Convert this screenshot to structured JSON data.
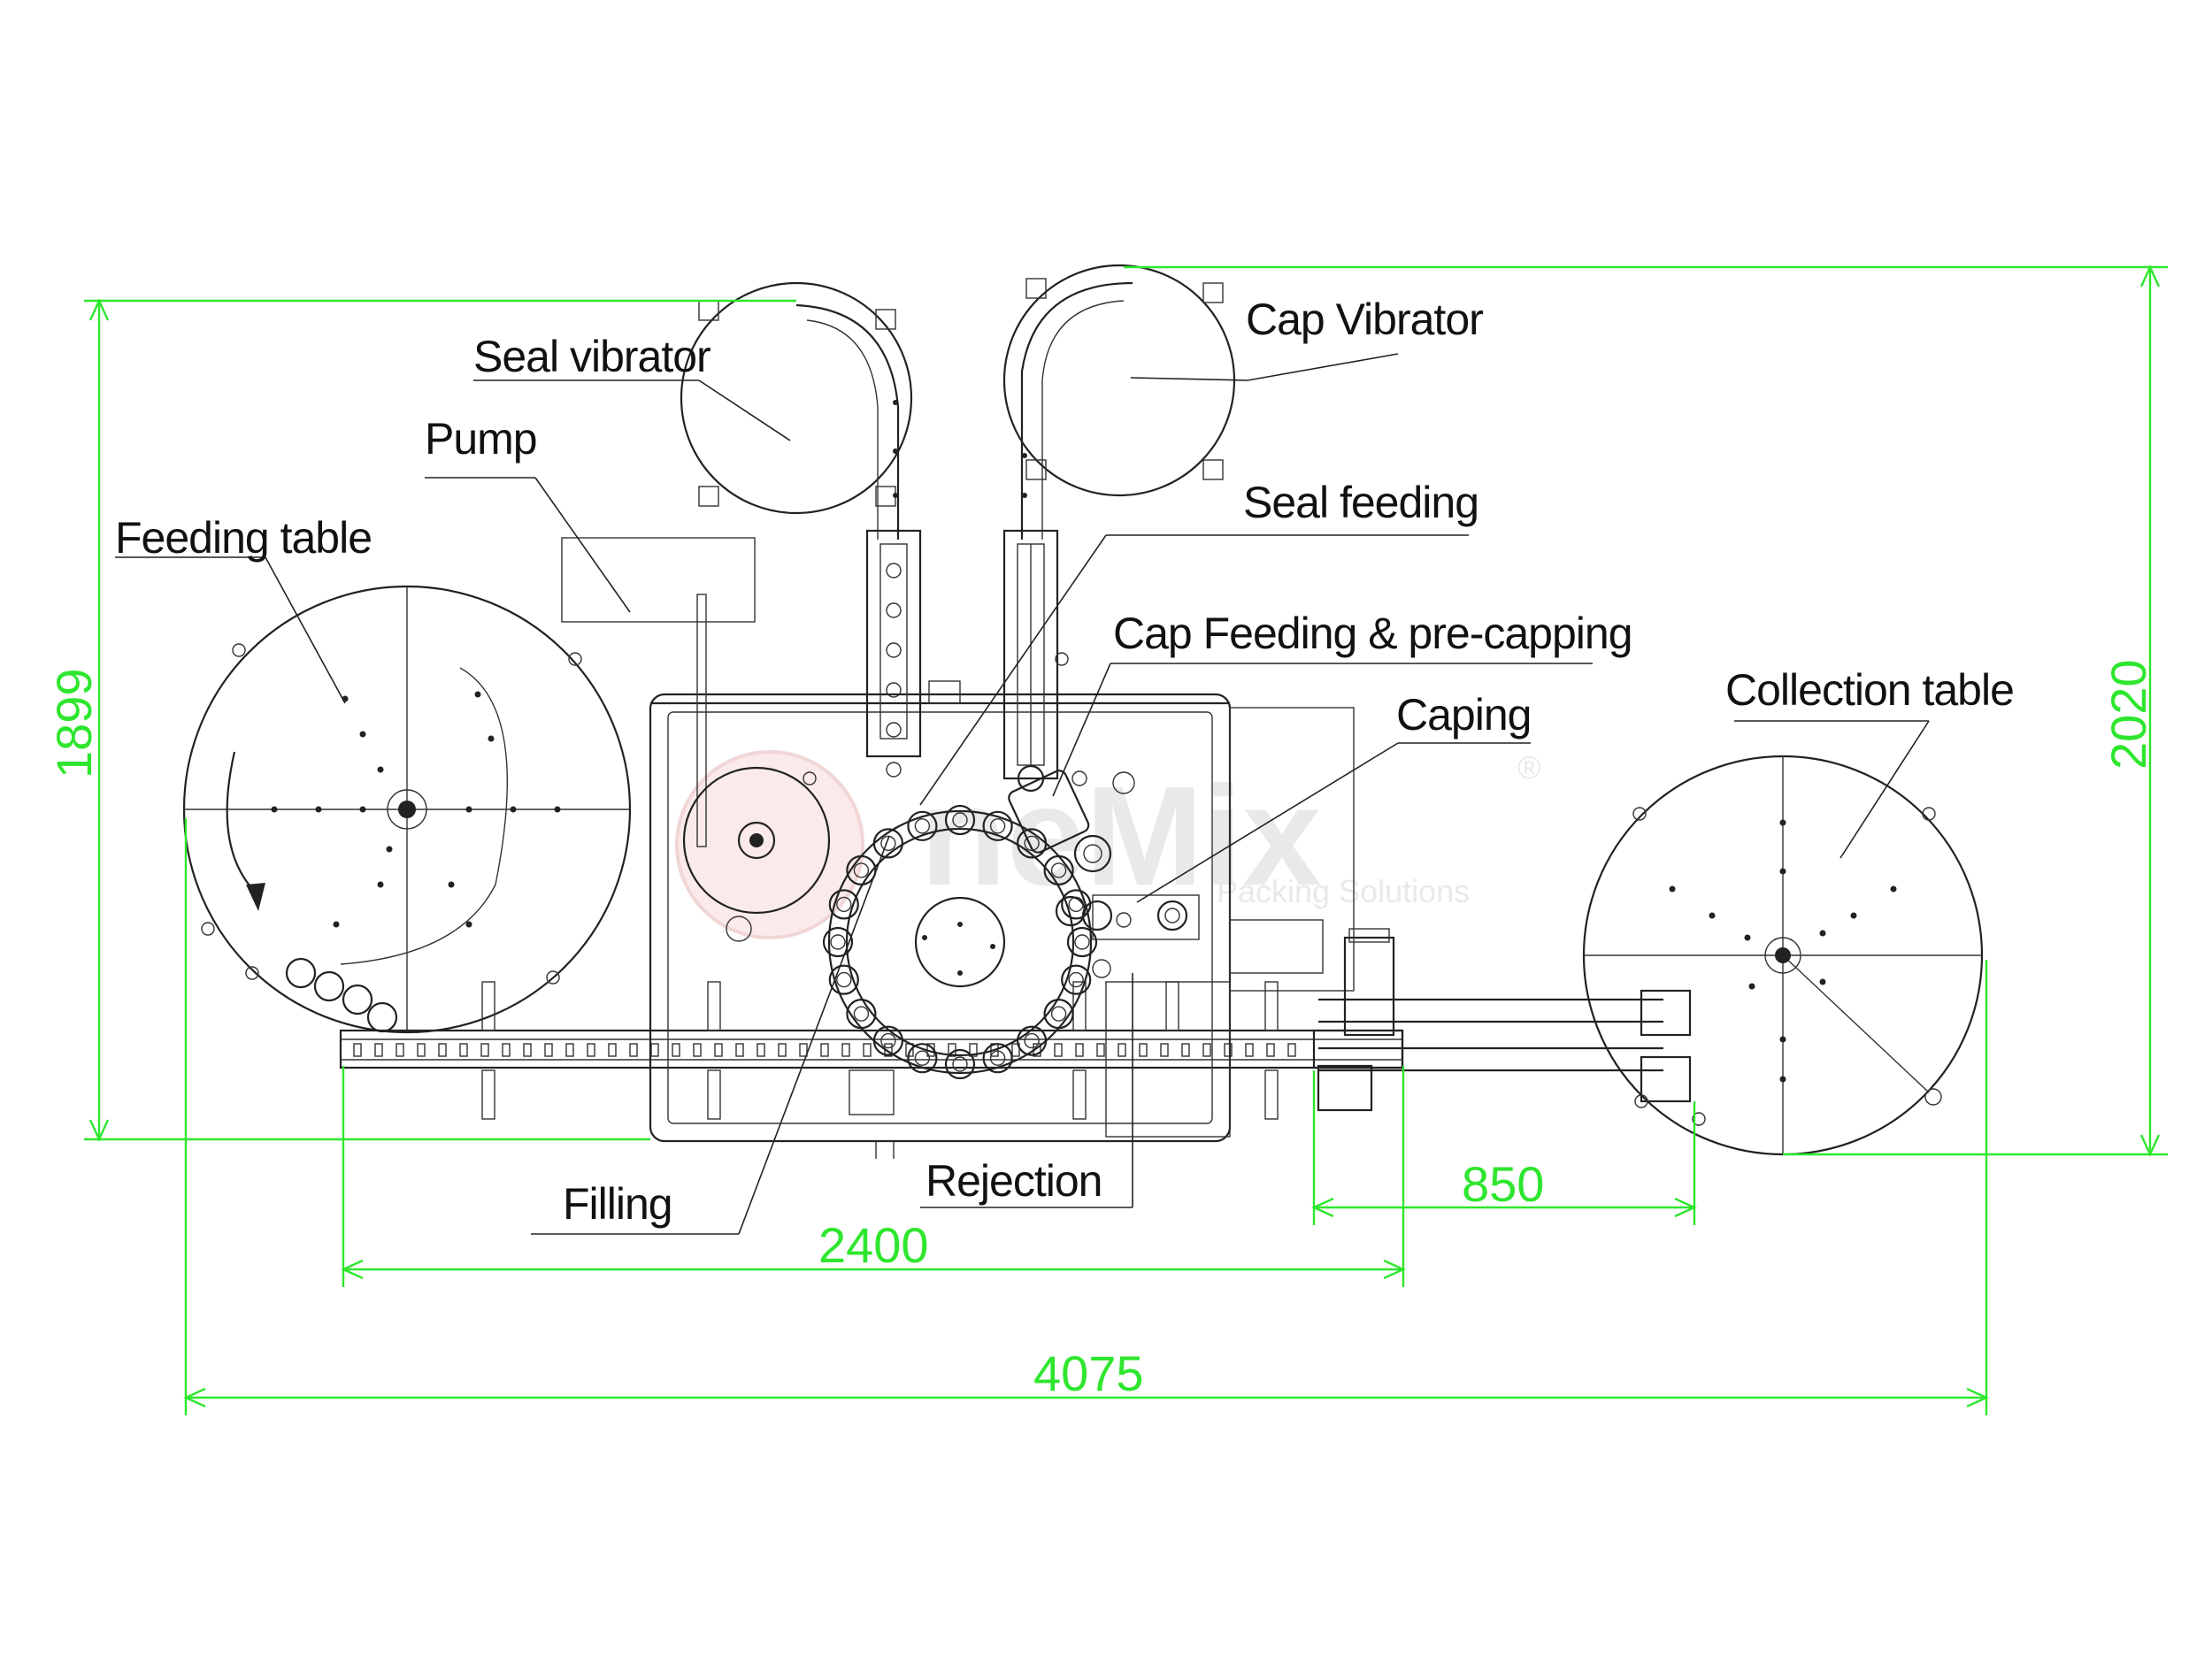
{
  "colors": {
    "dimension": "#2ee62e",
    "ink": "#222222",
    "watermark": "#e6e6e6"
  },
  "watermark": {
    "brand": "neMix",
    "tagline": "Packing Solutions",
    "mark": "®"
  },
  "labels": {
    "seal_vibrator": "Seal vibrator",
    "cap_vibrator": "Cap Vibrator",
    "pump": "Pump",
    "seal_feeding": "Seal feeding",
    "feeding_table": "Feeding table",
    "cap_feeding_precapping": "Cap Feeding & pre-capping",
    "caping": "Caping",
    "collection_table": "Collection table",
    "filling": "Filling",
    "rejection": "Rejection"
  },
  "dimensions": {
    "height_left": "1899",
    "height_right": "2020",
    "conveyor_length": "2400",
    "collection_offset": "850",
    "overall_length": "4075"
  }
}
